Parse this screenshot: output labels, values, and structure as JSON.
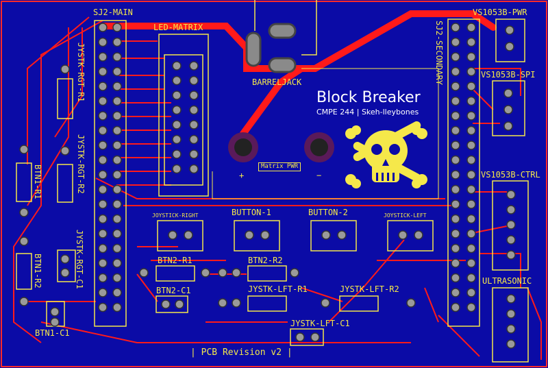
{
  "board": {
    "title": "Block Breaker",
    "subtitle": "CMPE 244 | Skeh-lleybones",
    "revision": "| PCB Revision v2 |",
    "matrix_pwr": "Matrix PWR",
    "plus": "+",
    "minus": "−"
  },
  "labels": {
    "sj2_main": "SJ2-MAIN",
    "led_matrix": "LED-MATRIX",
    "barreljack": "BARRELJACK",
    "sj2_secondary": "SJ2-SECONDARY",
    "vs_pwr": "VS1053B-PWR",
    "vs_spi": "VS1053B-SPI",
    "vs_ctrl": "VS1053B-CTRL",
    "ultrasonic": "ULTRASONIC",
    "jystk_rgt_r1": "JYSTK-RGT-R1",
    "jystk_rgt_r2": "JYSTK-RGT-R2",
    "jystk_rgt_c1": "JYSTK-RGT-C1",
    "btn1_r1": "BTN1-R1",
    "btn1_r2": "BTN1-R2",
    "btn1_c1": "BTN1-C1",
    "joystick_right": "JOYSTICK-RIGHT",
    "button_1": "BUTTON-1",
    "button_2": "BUTTON-2",
    "joystick_left": "JOYSTICK-LEFT",
    "btn2_r1": "BTN2-R1",
    "btn2_r2": "BTN2-R2",
    "btn2_c1": "BTN2-C1",
    "jystk_lft_r1": "JYSTK-LFT-R1",
    "jystk_lft_r2": "JYSTK-LFT-R2",
    "jystk_lft_c1": "JYSTK-LFT-C1"
  },
  "colors": {
    "board": "#0b0ba6",
    "trace": "#ff1a1a",
    "silk": "#f5e84a",
    "pad": "#9a9a9a",
    "via": "#8a1a4a"
  }
}
